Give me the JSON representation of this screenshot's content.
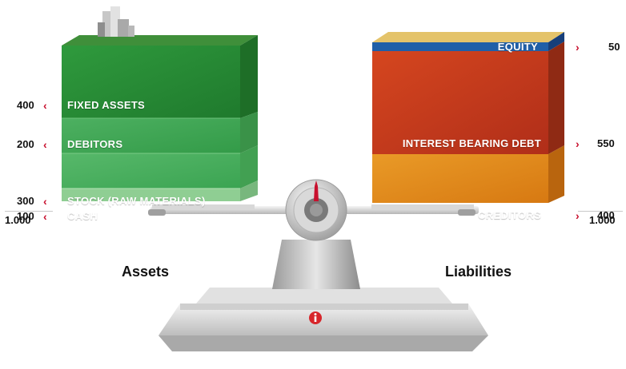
{
  "assets": {
    "title": "Assets",
    "total": "1.000",
    "items": [
      {
        "label": "FIXED ASSETS",
        "value": "400"
      },
      {
        "label": "DEBITORS",
        "value": "200"
      },
      {
        "label": "STOCK (RAW MATERIALS)",
        "value": "300"
      },
      {
        "label": "CASH",
        "value": "100"
      }
    ]
  },
  "liabilities": {
    "title": "Liabilities",
    "total": "1.000",
    "items": [
      {
        "label": "EQUITY",
        "value": "50"
      },
      {
        "label": "INTEREST BEARING DEBT",
        "value": "550"
      },
      {
        "label": "CREDITORS",
        "value": "400"
      }
    ]
  },
  "icons": {
    "info": "info-icon",
    "chevron_left": "chevron-left-icon",
    "chevron_right": "chevron-right-icon",
    "building": "building-icon"
  },
  "colors": {
    "accent": "#c8102e",
    "fixed_assets": "#2e8b3a",
    "debitors": "#43a757",
    "stock": "#4fb061",
    "cash": "#8fcf92",
    "equity": "#1f5fa8",
    "debt": "#c83a1f",
    "creditors": "#e08a1c"
  }
}
